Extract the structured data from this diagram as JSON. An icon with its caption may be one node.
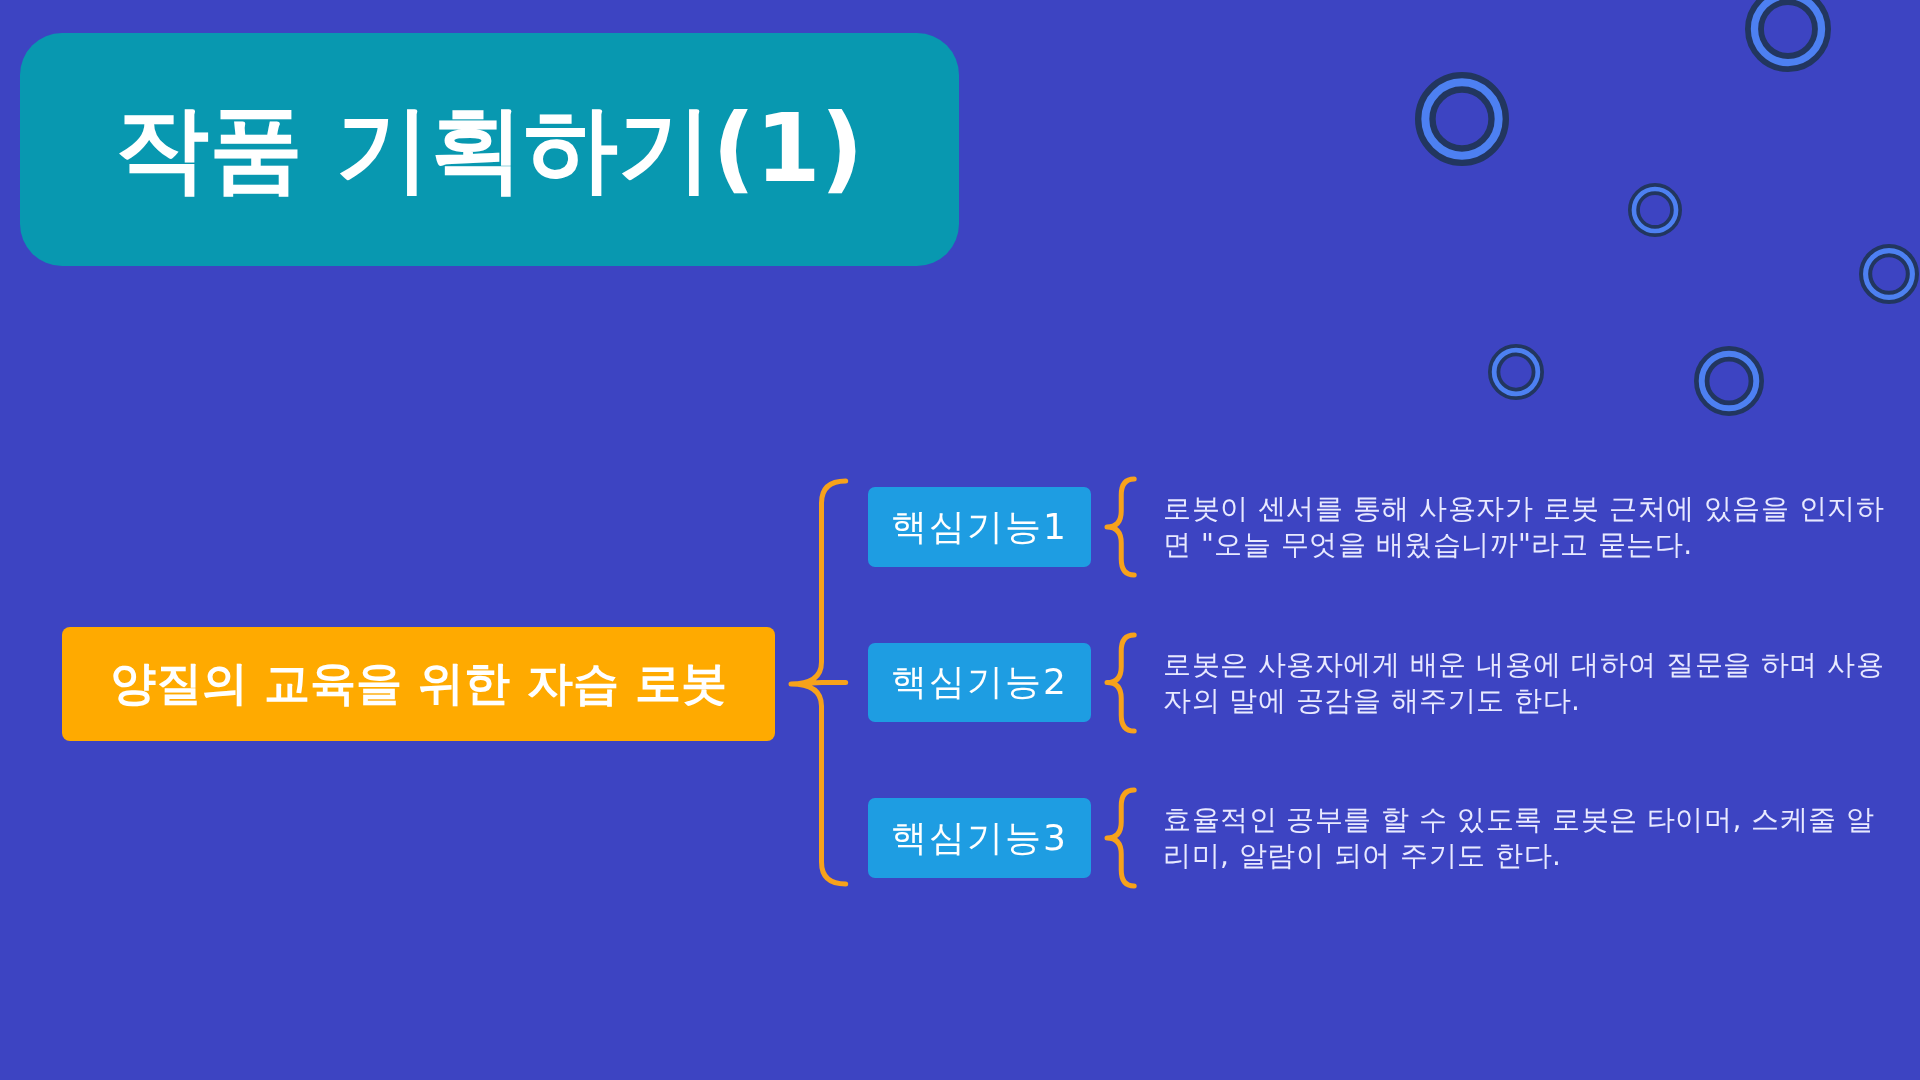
{
  "diagram": {
    "title": "작품 기획하기(1)",
    "nodes": [
      {
        "text": [
          "양질의 교육을 위한 자습 로봇"
        ]
      },
      {
        "text": [
          "핵심기능1"
        ]
      },
      {
        "text": [
          "핵심기능2"
        ]
      },
      {
        "text": [
          "핵심기능3"
        ]
      },
      {
        "text": [
          "로봇이 센서를 통해 사용자가 로봇 근처에 있음을 인지하면 \"오늘 무엇을 배웠습니까\"라고 묻는다."
        ]
      },
      {
        "text": [
          "로봇은 사용자에게 배운 내용에 대하여 질문을 하며 사용자의 말에 공감을 해주기도 한다."
        ]
      },
      {
        "text": [
          "효율적인 공부를 할 수 있도록 로봇은 타이머, 스케줄 알리미, 알람이 되어 주기도 한다."
        ]
      }
    ],
    "edges": [
      {
        "from": 0,
        "to": 1,
        "arrow": "none"
      },
      {
        "from": 0,
        "to": 2,
        "arrow": "none"
      },
      {
        "from": 0,
        "to": 3,
        "arrow": "none"
      },
      {
        "from": 1,
        "to": 4,
        "arrow": "none"
      },
      {
        "from": 2,
        "to": 5,
        "arrow": "none"
      },
      {
        "from": 3,
        "to": 6,
        "arrow": "none"
      }
    ]
  }
}
